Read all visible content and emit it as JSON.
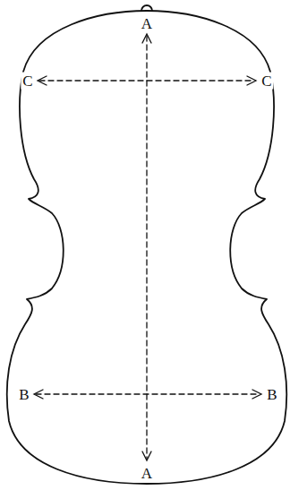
{
  "diagram": {
    "labels": [
      "A",
      "A",
      "C",
      "C",
      "B",
      "B"
    ]
  }
}
